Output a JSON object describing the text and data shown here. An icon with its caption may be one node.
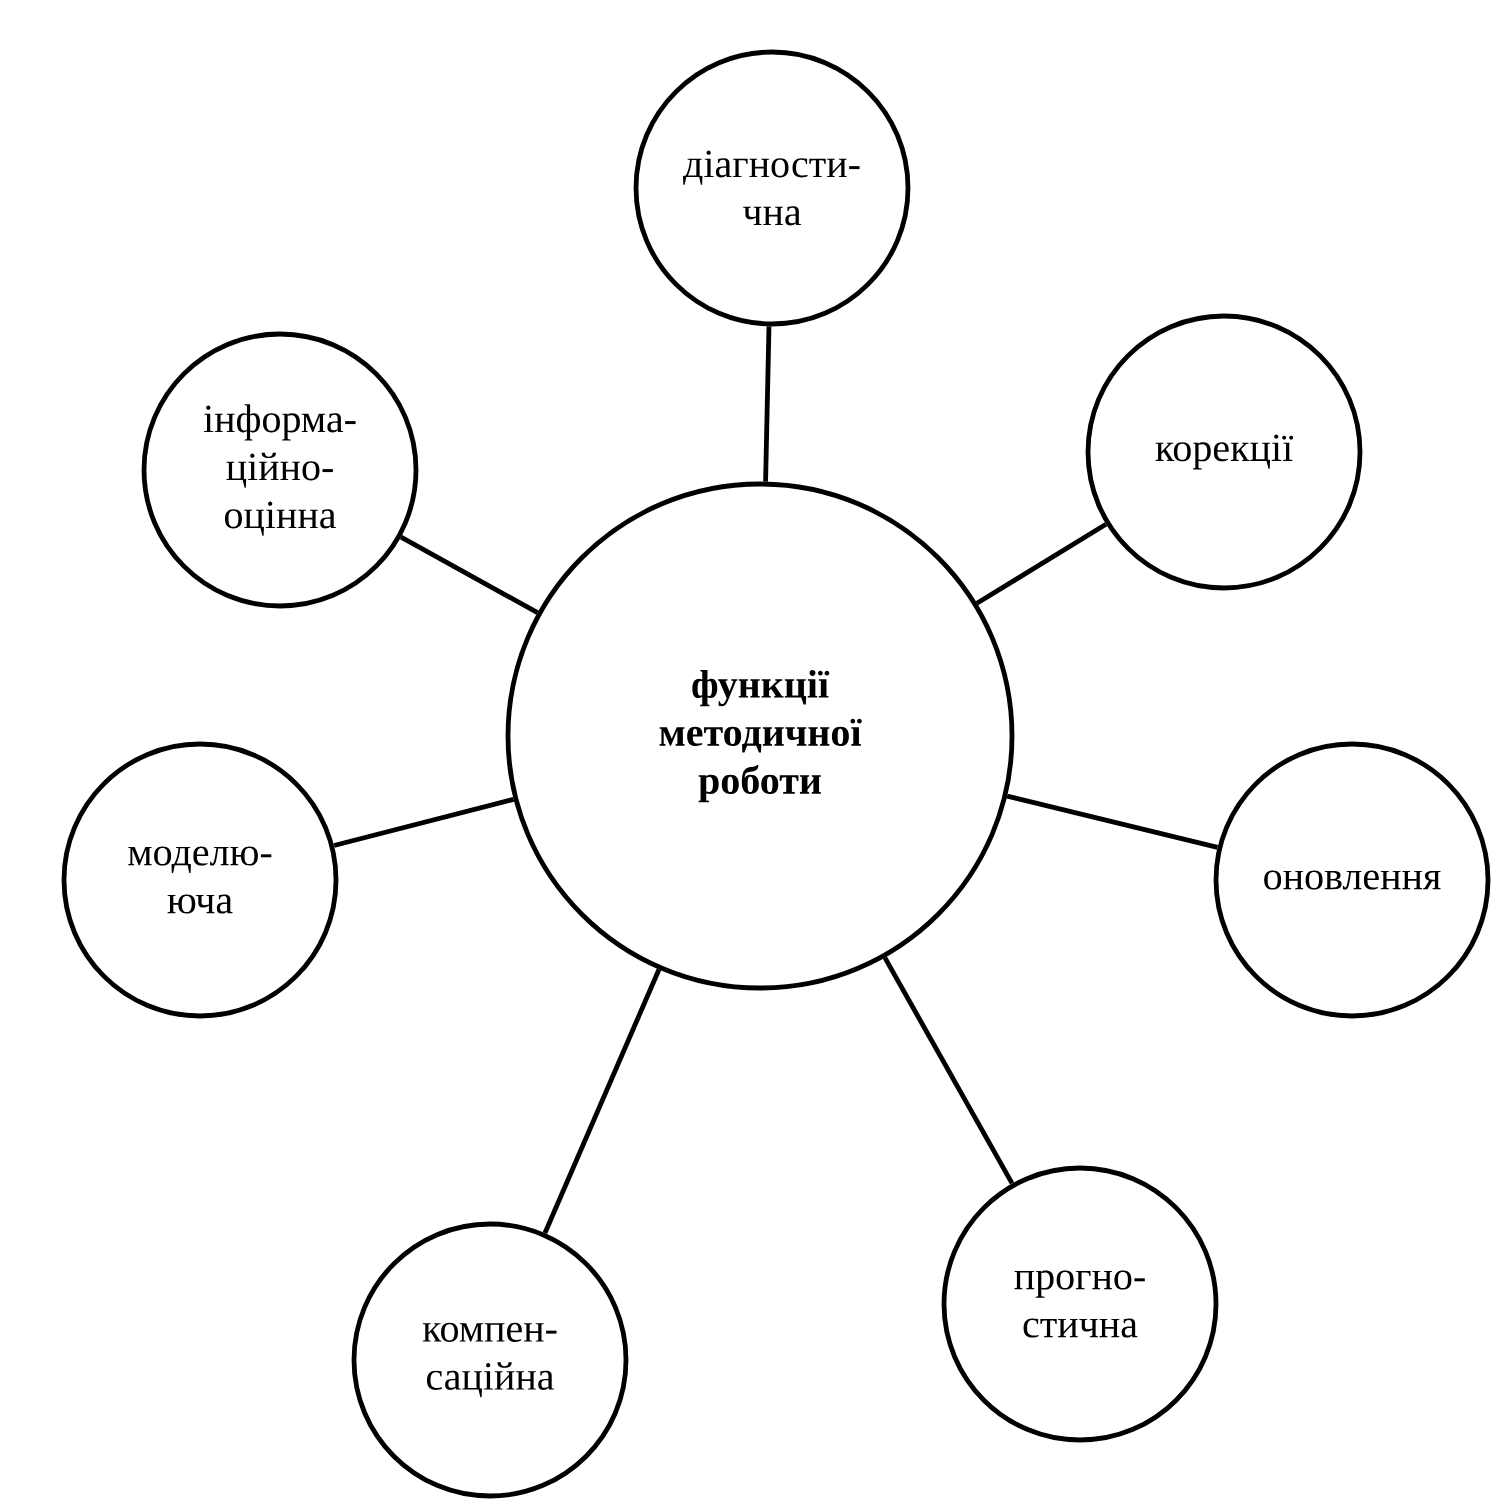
{
  "diagram": {
    "nodes": [
      {
        "text": [
          "функції методичної роботи"
        ]
      },
      {
        "text": [
          "діагности- чна"
        ]
      },
      {
        "text": [
          "корекції"
        ]
      },
      {
        "text": [
          "оновлення"
        ]
      },
      {
        "text": [
          "прогно- стична"
        ]
      },
      {
        "text": [
          "компен- саційна"
        ]
      },
      {
        "text": [
          "моделю- юча"
        ]
      },
      {
        "text": [
          "інформа- ційно- оцінна"
        ]
      }
    ],
    "edges": [
      {
        "from": 0,
        "to": 1,
        "arrow": "none"
      },
      {
        "from": 0,
        "to": 2,
        "arrow": "none"
      },
      {
        "from": 0,
        "to": 3,
        "arrow": "none"
      },
      {
        "from": 0,
        "to": 4,
        "arrow": "none"
      },
      {
        "from": 0,
        "to": 5,
        "arrow": "none"
      },
      {
        "from": 0,
        "to": 6,
        "arrow": "none"
      },
      {
        "from": 0,
        "to": 7,
        "arrow": "none"
      }
    ]
  }
}
